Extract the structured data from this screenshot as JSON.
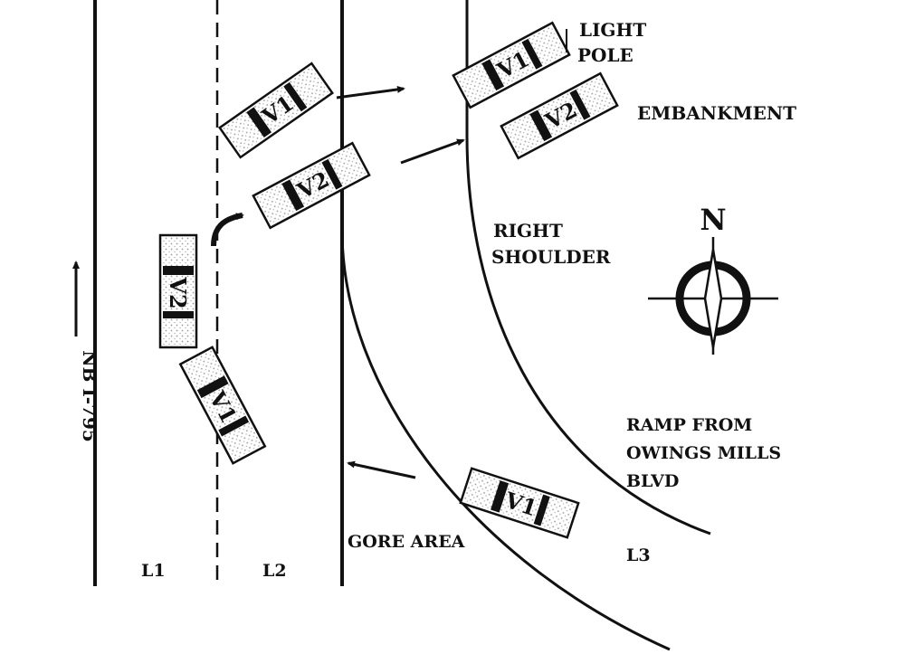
{
  "labels": {
    "light_pole_line1": "LIGHT",
    "light_pole_line2": "POLE",
    "embankment": "EMBANKMENT",
    "right_shoulder_line1": "RIGHT",
    "right_shoulder_line2": "SHOULDER",
    "compass_north": "N",
    "ramp_line1": "RAMP FROM",
    "ramp_line2": "OWINGS MILLS",
    "ramp_line3": "BLVD",
    "gore_area": "GORE AREA",
    "lane_l1": "L1",
    "lane_l2": "L2",
    "lane_l3": "L3",
    "direction": "NB I-795"
  },
  "vehicles": {
    "v1_top": "V1",
    "v1_right": "V2",
    "v1_left_upper": "V1",
    "v2_mid": "V2",
    "v2_left": "V2",
    "v1_left_lower": "V1",
    "v1_bottom": "V1"
  },
  "colors": {
    "ink": "#111111",
    "paper": "#ffffff",
    "stipple": "#bdbdbd"
  }
}
